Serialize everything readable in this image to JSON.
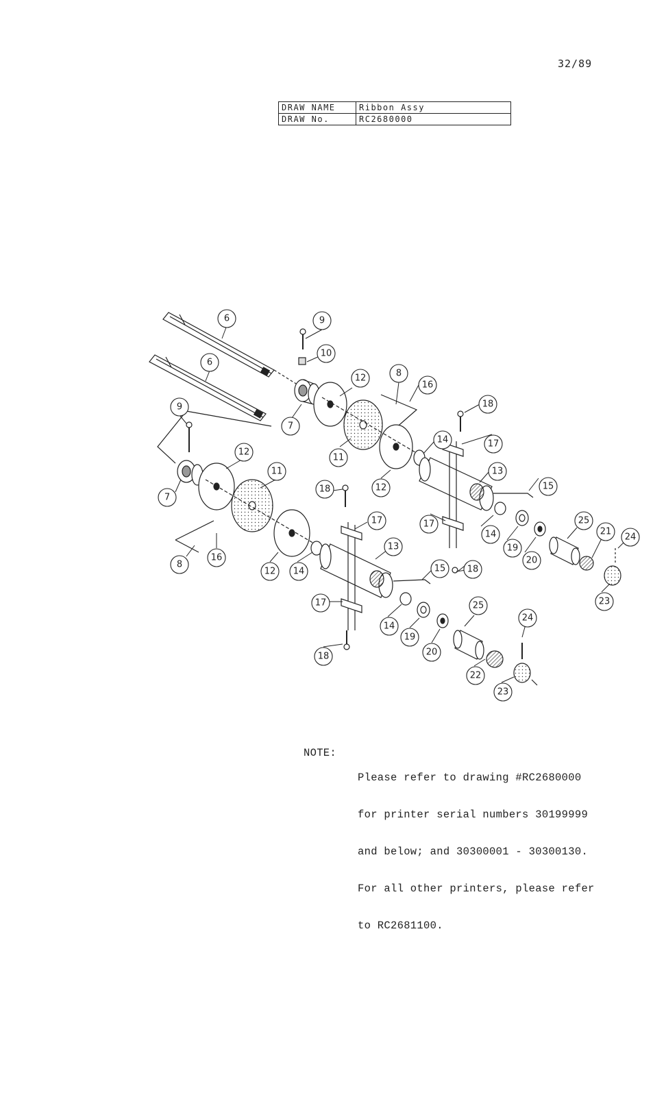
{
  "page_number": "32/89",
  "title_block": {
    "draw_name_label": "DRAW NAME",
    "draw_name_value": "Ribbon Assy",
    "draw_no_label": "DRAW No.",
    "draw_no_value": "RC2680000"
  },
  "callouts": {
    "c6a": "6",
    "c6b": "6",
    "c9a": "9",
    "c9b": "9",
    "c10": "10",
    "c12a": "12",
    "c12b": "12",
    "c12c": "12",
    "c12d": "12",
    "c8a": "8",
    "c8b": "8",
    "c16a": "16",
    "c16b": "16",
    "c18a": "18",
    "c18b": "18",
    "c18c": "18",
    "c18d": "18",
    "c7a": "7",
    "c7b": "7",
    "c11a": "11",
    "c11b": "11",
    "c14a": "14",
    "c14b": "14",
    "c14c": "14",
    "c14d": "14",
    "c17a": "17",
    "c17b": "17",
    "c17c": "17",
    "c17d": "17",
    "c13a": "13",
    "c13b": "13",
    "c15a": "15",
    "c15b": "15",
    "c25a": "25",
    "c25b": "25",
    "c21": "21",
    "c24a": "24",
    "c24b": "24",
    "c19a": "19",
    "c19b": "19",
    "c20a": "20",
    "c20b": "20",
    "c23a": "23",
    "c23b": "23",
    "c22": "22"
  },
  "note": {
    "label": "NOTE:",
    "line1": "Please refer to drawing #RC2680000",
    "line2": "for printer serial numbers 30199999",
    "line3": "and below; and 30300001 - 30300130.",
    "line4": "For all other printers, please refer",
    "line5": "to RC2681100."
  }
}
